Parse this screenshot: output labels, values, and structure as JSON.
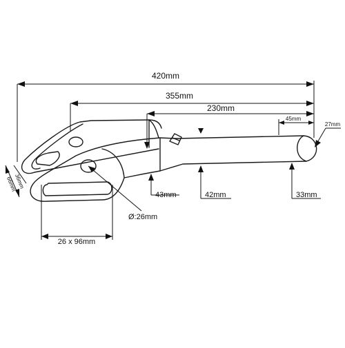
{
  "dimensions": {
    "overall_length": "420mm",
    "length_to_eye": "355mm",
    "shank_length": "230mm",
    "taper_length": "45mm",
    "end_diameter": "27mm",
    "fork_width": "36mm",
    "fork_depth": "66mm",
    "neck_diameter": "43mm",
    "shank_diameter": "42mm",
    "tip_diameter": "33mm",
    "pin_hole": "Ø:26mm",
    "slot_size": "26 x 96mm"
  }
}
